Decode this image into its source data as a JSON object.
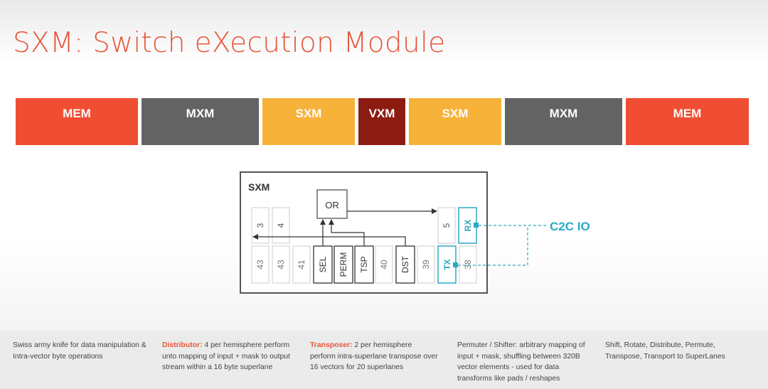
{
  "slide": {
    "title": "SXM: Switch eXecution Module"
  },
  "pipeline": {
    "units": [
      {
        "label": "MEM",
        "color": "#f04e32"
      },
      {
        "label": "MXM",
        "color": "#636363"
      },
      {
        "label": "SXM",
        "color": "#f7b23a"
      },
      {
        "label": "VXM",
        "color": "#8c1c12"
      },
      {
        "label": "SXM",
        "color": "#f7b23a"
      },
      {
        "label": "MXM",
        "color": "#636363"
      },
      {
        "label": "MEM",
        "color": "#f04e32"
      }
    ]
  },
  "diagram": {
    "title": "SXM",
    "or_label": "OR",
    "top_cells": [
      "3",
      "4",
      "5"
    ],
    "bottom_cells": [
      "43",
      "43",
      "41",
      "SEL",
      "PERM",
      "TSP",
      "40",
      "DST",
      "39",
      "38"
    ],
    "rx_label": "RX",
    "tx_label": "TX",
    "c2c_label": "C2C IO",
    "accent_color": "#2aa8c4"
  },
  "footer": {
    "col1": "Swiss army knife for data manipulation & Intra-vector byte operations",
    "col2_bold": "Distributor:",
    "col2_text": " 4 per hemisphere perform unto mapping of input + mask to output stream within a 16 byte superlane",
    "col3_bold": "Transposer:",
    "col3_text": " 2 per hemisphere perform intra-superlane transpose over 16 vectors for 20 superlanes",
    "col4": "Permuter / Shifter: arbitrary mapping of input + mask, shuffling between 320B vector elements - used for data transforms like pads / reshapes",
    "col5": "Shift, Rotate, Distribute, Permute, Transpose, Transport to SuperLanes"
  }
}
